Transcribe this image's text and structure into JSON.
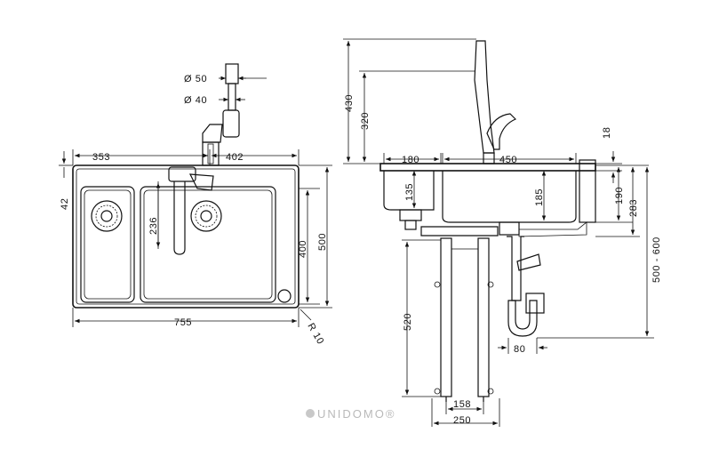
{
  "top_view": {
    "dimensions": {
      "pipe_outer": "Ø 50",
      "pipe_inner": "Ø 40",
      "left_offset": "353",
      "right_offset": "402",
      "edge_offset": "42",
      "faucet_reach": "236",
      "depth_inner": "400",
      "depth_total": "500",
      "width_total": "755",
      "corner_radius": "R 10"
    }
  },
  "side_view": {
    "dimensions": {
      "tap_height_total": "430",
      "tap_height_spout": "320",
      "left_depth": "180",
      "right_width": "450",
      "rim_thickness": "18",
      "bowl_depth_left": "135",
      "bowl_depth_right": "185",
      "drain_190": "190",
      "drain_283": "283",
      "cabinet_range": "500 - 600",
      "leg_height": "520",
      "trap_width": "80",
      "leg_width": "158",
      "base_width": "250"
    }
  },
  "watermark": "UNIDOMO®"
}
